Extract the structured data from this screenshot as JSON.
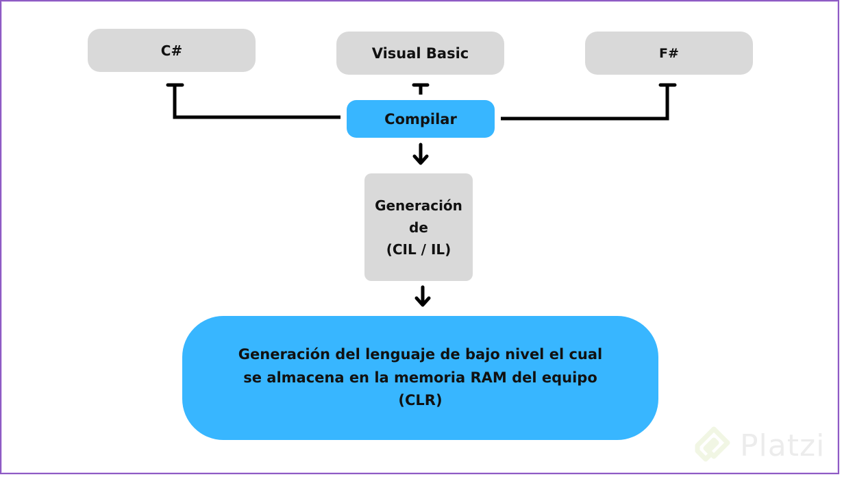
{
  "diagram": {
    "nodes": {
      "csharp": "C#",
      "visual_basic": "Visual Basic",
      "fsharp": "F#",
      "compile": "Compilar",
      "generation_cil": [
        "Generación",
        "de",
        "(CIL / IL)"
      ],
      "clr": [
        "Generación del lenguaje de bajo nivel el cual",
        "se almacena en la memoria RAM del equipo",
        "(CLR)"
      ]
    },
    "edges": [
      {
        "from": "compile",
        "to": "csharp",
        "type": "bracket"
      },
      {
        "from": "compile",
        "to": "visual_basic",
        "type": "bracket"
      },
      {
        "from": "compile",
        "to": "fsharp",
        "type": "bracket"
      },
      {
        "from": "compile",
        "to": "generation_cil",
        "type": "arrow"
      },
      {
        "from": "generation_cil",
        "to": "clr",
        "type": "arrow"
      }
    ],
    "colors": {
      "gray_node": "#d9d9d9",
      "blue_node": "#38b6ff",
      "frame": "#8e5bc4",
      "line": "#000000"
    }
  },
  "watermark": {
    "text": "Platzi",
    "icon": "platzi-logo-icon"
  }
}
